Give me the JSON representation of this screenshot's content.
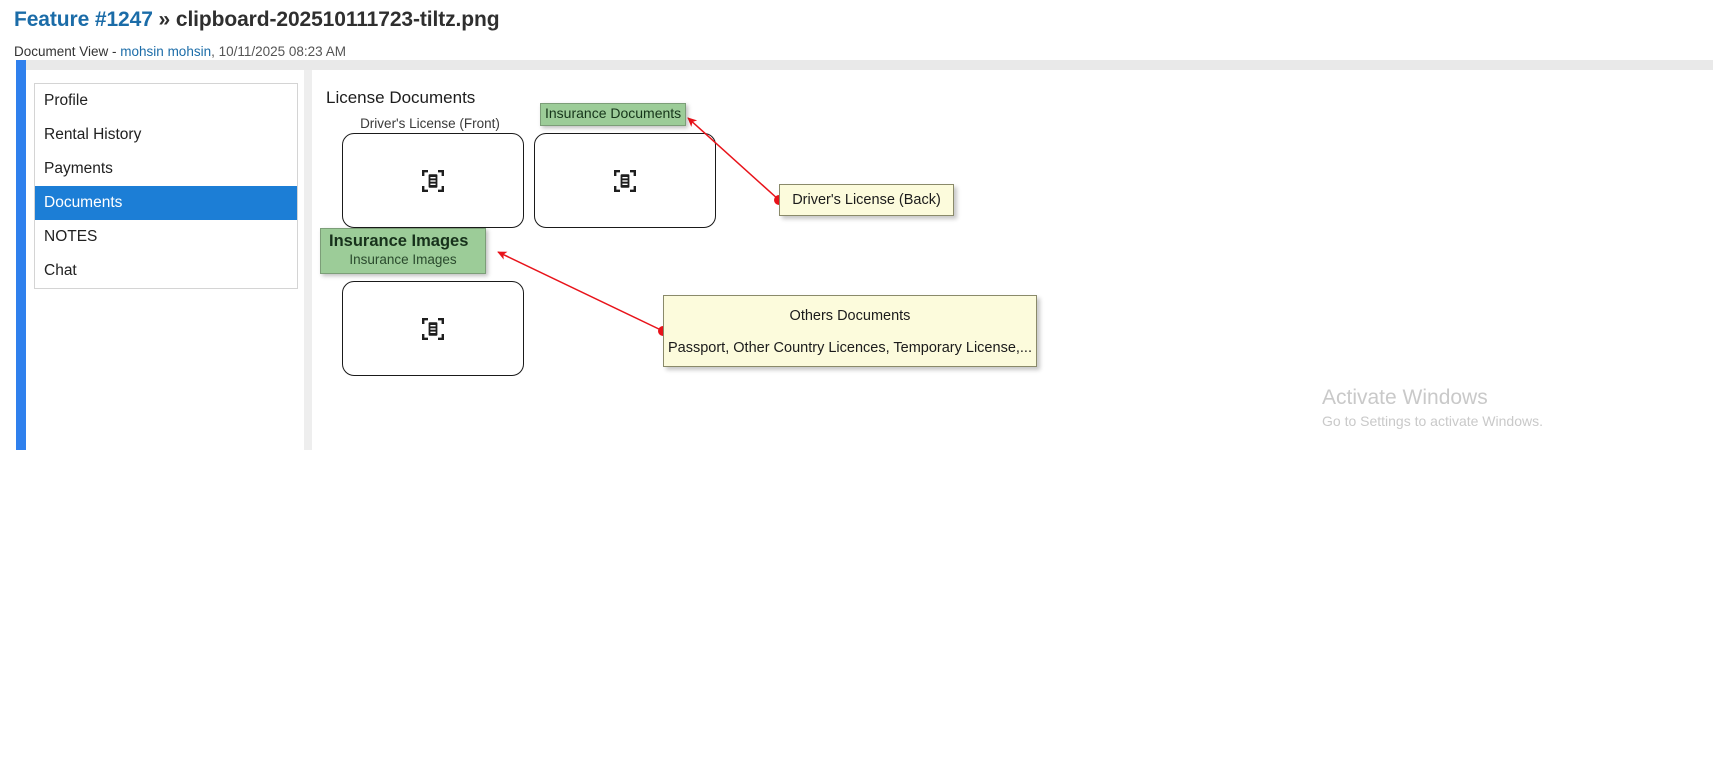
{
  "header": {
    "feature_link": "Feature #1247",
    "separator": " » ",
    "filename": "clipboard-202510111723-tiltz.png",
    "view_label": "Document View - ",
    "author": "mohsin mohsin",
    "timestamp": ", 10/11/2025 08:23 AM"
  },
  "sidebar": {
    "items": [
      {
        "label": "Profile",
        "active": false
      },
      {
        "label": "Rental History",
        "active": false
      },
      {
        "label": "Payments",
        "active": false
      },
      {
        "label": "Documents",
        "active": true
      },
      {
        "label": "NOTES",
        "active": false
      },
      {
        "label": "Chat",
        "active": false
      }
    ]
  },
  "main": {
    "section_title": "License Documents",
    "cards": [
      {
        "label": "Driver's License (Front)",
        "icon": "scan-document-icon"
      },
      {
        "label": "Insurance Documents",
        "icon": "scan-document-icon"
      },
      {
        "label": "Insurance Images",
        "icon": "scan-document-icon"
      }
    ]
  },
  "annotations": {
    "highlights": [
      {
        "name": "insurance-documents-highlight",
        "text": "Insurance Documents"
      },
      {
        "name": "insurance-images-highlight",
        "title": "Insurance Images",
        "subtitle": "Insurance Images"
      }
    ],
    "callouts": [
      {
        "name": "drivers-license-back-callout",
        "lines": [
          "Driver's License (Back)"
        ]
      },
      {
        "name": "others-documents-callout",
        "lines": [
          "Others Documents",
          "Passport, Other Country Licences, Temporary License,..."
        ]
      }
    ],
    "arrow_color": "#e8131a"
  },
  "watermark": {
    "title": "Activate Windows",
    "subtitle": "Go to Settings to activate Windows."
  }
}
